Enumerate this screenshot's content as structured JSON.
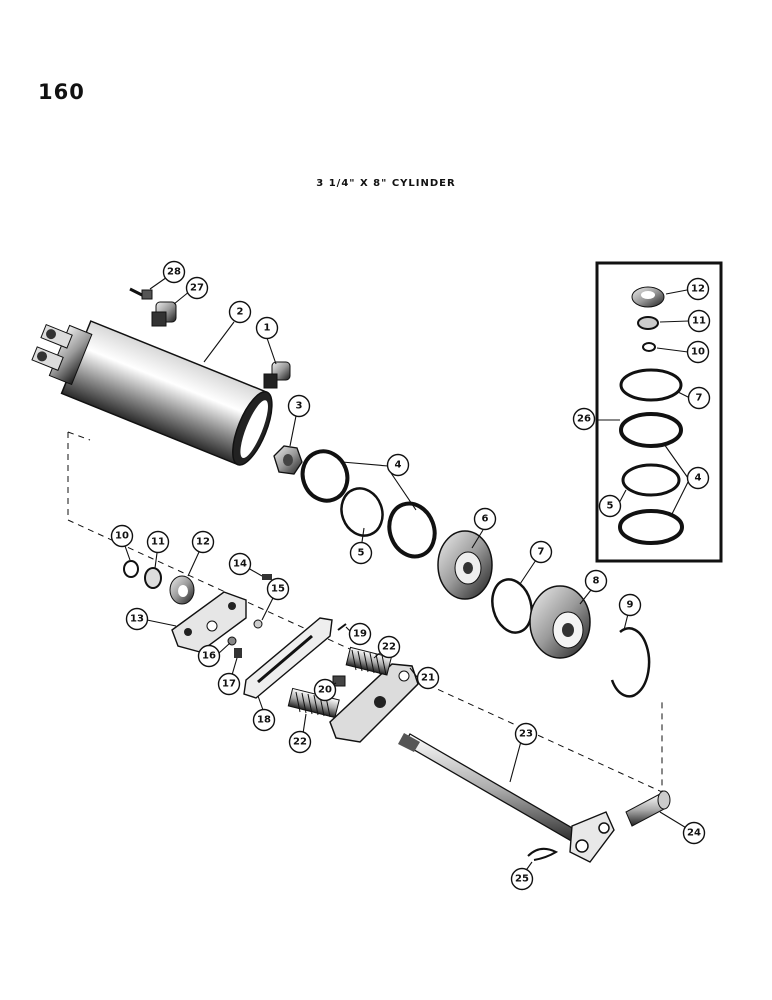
{
  "page_number": "160",
  "title": "3 1/4\" X 8\" CYLINDER",
  "callouts": [
    {
      "label": "28"
    },
    {
      "label": "27"
    },
    {
      "label": "2"
    },
    {
      "label": "1"
    },
    {
      "label": "3"
    },
    {
      "label": "4"
    },
    {
      "label": "5"
    },
    {
      "label": "6"
    },
    {
      "label": "7"
    },
    {
      "label": "8"
    },
    {
      "label": "9"
    },
    {
      "label": "10"
    },
    {
      "label": "11"
    },
    {
      "label": "12"
    },
    {
      "label": "13"
    },
    {
      "label": "14"
    },
    {
      "label": "15"
    },
    {
      "label": "16"
    },
    {
      "label": "17"
    },
    {
      "label": "18"
    },
    {
      "label": "19"
    },
    {
      "label": "20"
    },
    {
      "label": "21"
    },
    {
      "label": "22"
    },
    {
      "label": "22"
    },
    {
      "label": "23"
    },
    {
      "label": "24"
    },
    {
      "label": "25"
    },
    {
      "label": "26"
    },
    {
      "label": "12"
    },
    {
      "label": "11"
    },
    {
      "label": "10"
    },
    {
      "label": "7"
    },
    {
      "label": "4"
    },
    {
      "label": "5"
    }
  ]
}
